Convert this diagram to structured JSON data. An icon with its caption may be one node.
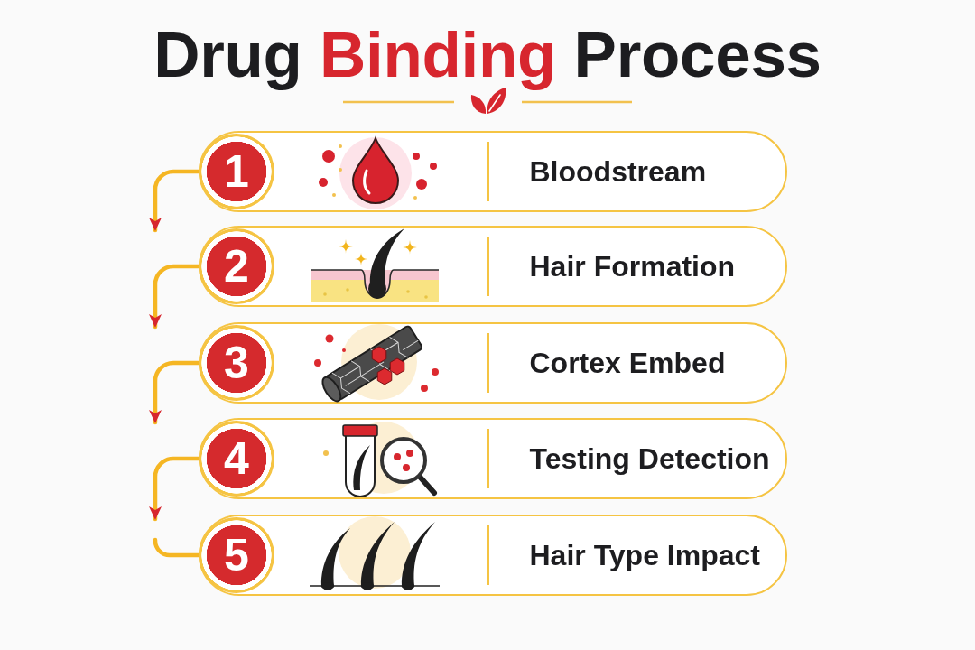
{
  "diagram": {
    "title": "Drug Binding Process",
    "nodes": [
      {
        "text": [
          "Bloodstream"
        ]
      },
      {
        "text": [
          "1"
        ],
        "in": 0
      },
      {
        "text": [
          "Hair Formation"
        ]
      },
      {
        "text": [
          "2"
        ],
        "in": 2
      },
      {
        "text": [
          "Cortex Embed"
        ]
      },
      {
        "text": [
          "3"
        ],
        "in": 4
      },
      {
        "text": [
          "Testing Detection"
        ]
      },
      {
        "text": [
          "4"
        ],
        "in": 6
      },
      {
        "text": [
          "Hair Type Impact"
        ]
      },
      {
        "text": [
          "5"
        ],
        "in": 8
      }
    ],
    "edges": [
      {
        "from": 1,
        "to": 3,
        "arrow": "to"
      },
      {
        "from": 3,
        "to": 5,
        "arrow": "to"
      },
      {
        "from": 5,
        "to": 7,
        "arrow": "to"
      },
      {
        "from": 7,
        "to": 9,
        "arrow": "to"
      },
      {
        "from": 9,
        "to": null,
        "arrow": "none"
      }
    ]
  }
}
